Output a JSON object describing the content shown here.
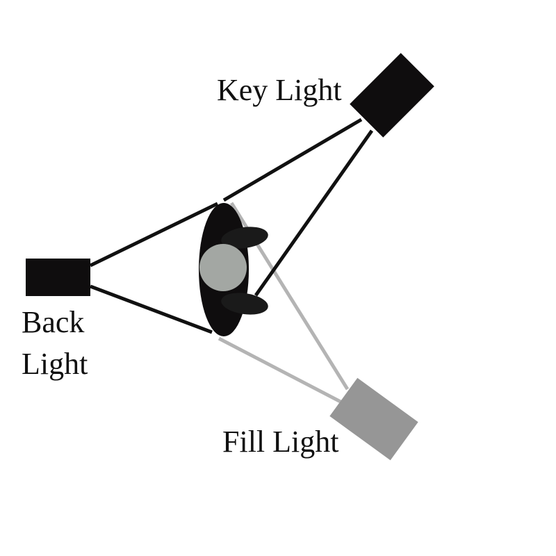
{
  "labels": {
    "key_light": "Key Light",
    "back_light_line1": "Back",
    "back_light_line2": "Light",
    "fill_light": "Fill Light"
  },
  "colors": {
    "background": "#ffffff",
    "key_light": "#0f0d0e",
    "back_light": "#0f0d0e",
    "fill_light": "#969696",
    "subject_head": "#a3a7a3",
    "subject_body": "#0f0d0e",
    "key_beam": "#111111",
    "back_beam": "#111111",
    "fill_beam": "#b4b4b4"
  },
  "icons": {
    "key_light": "light-source-icon",
    "back_light": "light-source-icon",
    "fill_light": "light-source-icon",
    "subject": "person-top-view-icon"
  }
}
